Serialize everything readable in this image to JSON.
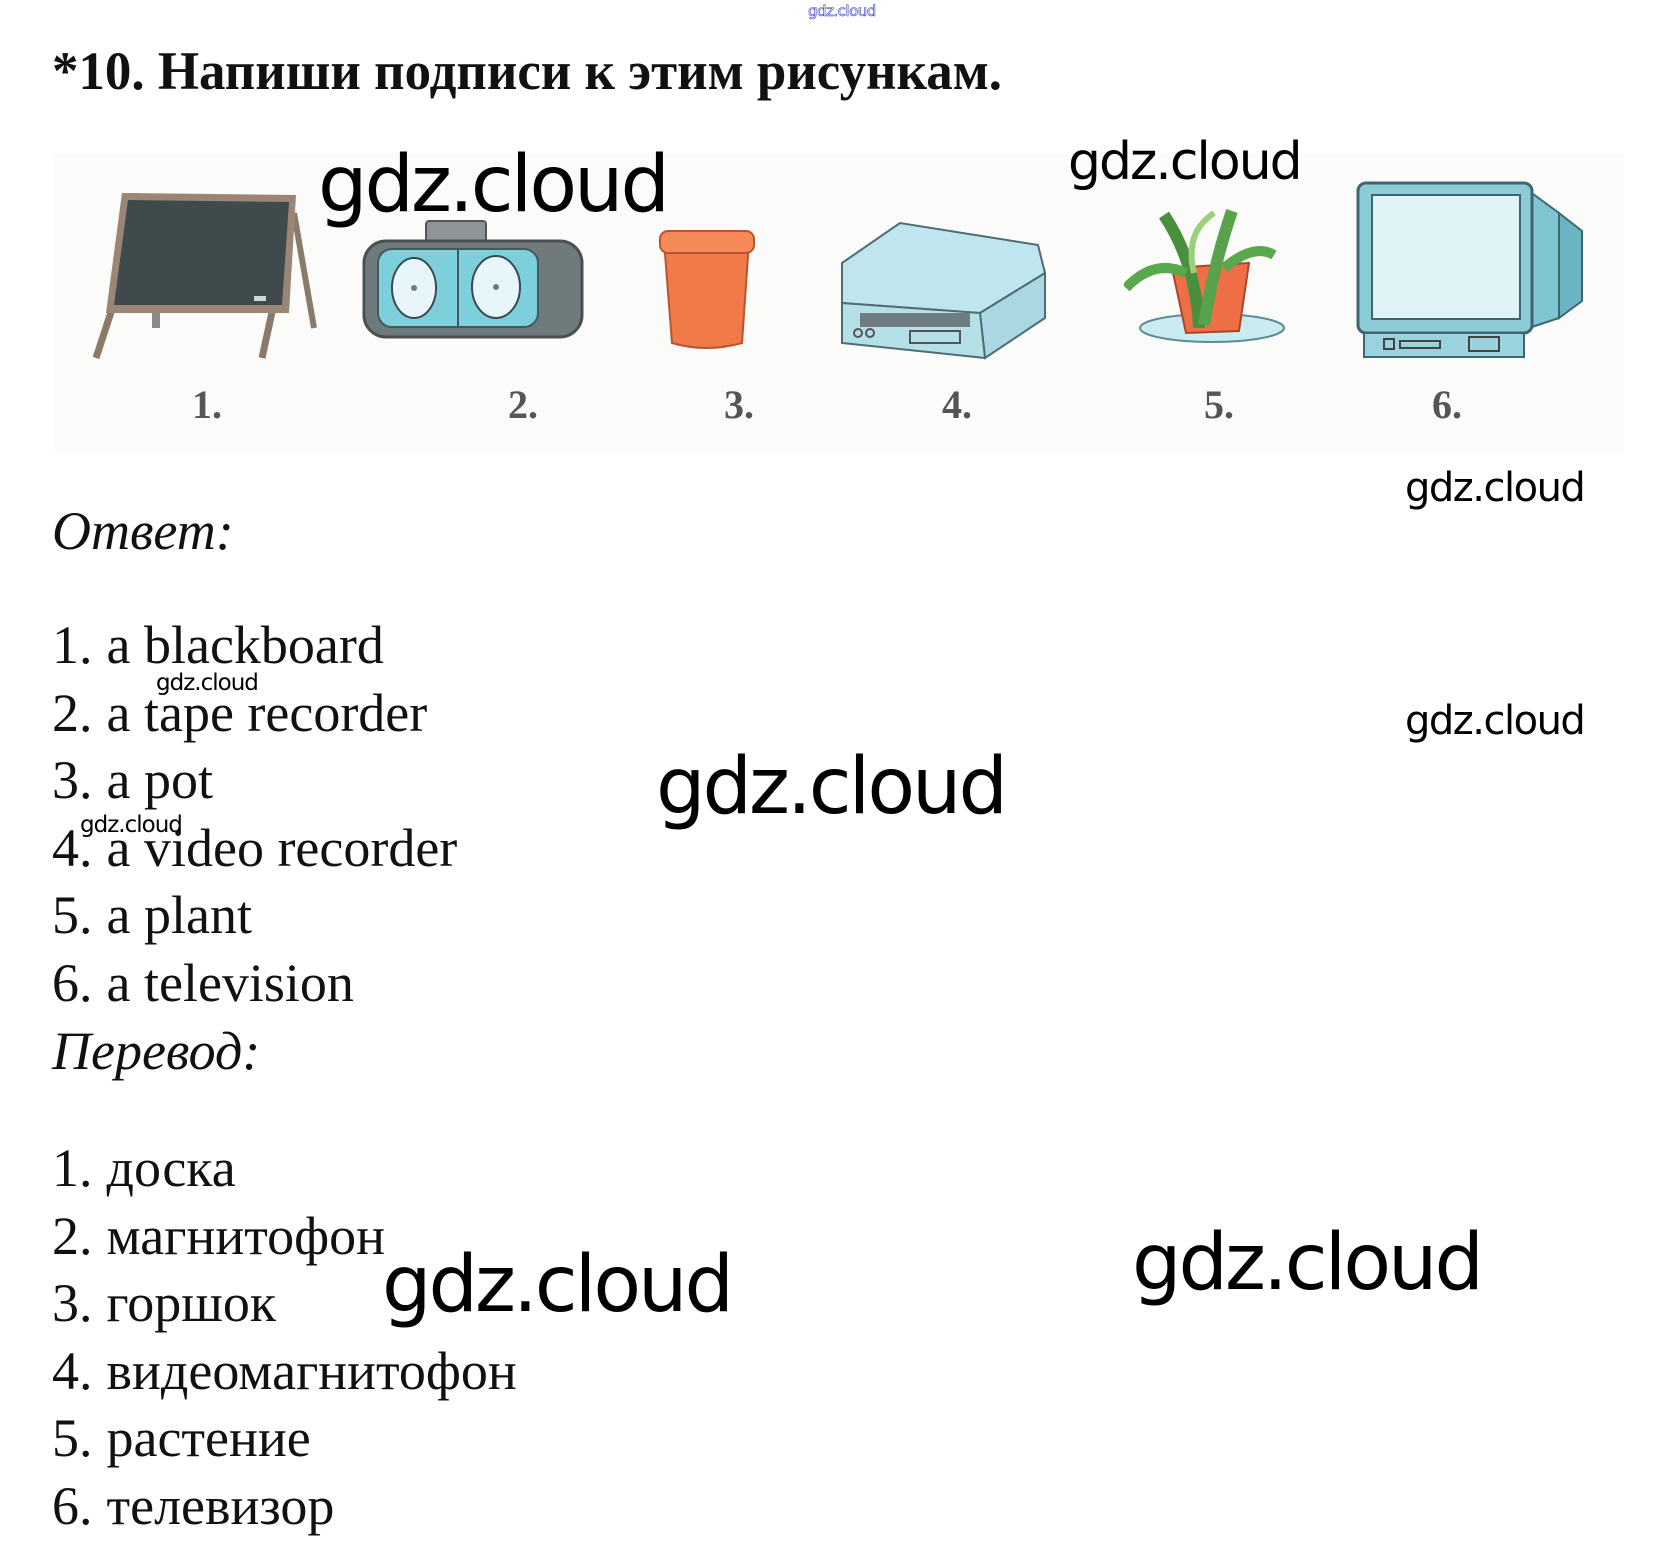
{
  "header": {
    "top_watermark": "gdz.cloud",
    "title": "*10. Напиши подписи к этим рисункам."
  },
  "figures": [
    {
      "number": "1.",
      "depicts": "blackboard",
      "icon": "blackboard-icon"
    },
    {
      "number": "2.",
      "depicts": "tape recorder",
      "icon": "tape-recorder-icon"
    },
    {
      "number": "3.",
      "depicts": "pot",
      "icon": "pot-icon"
    },
    {
      "number": "4.",
      "depicts": "video recorder",
      "icon": "video-recorder-icon"
    },
    {
      "number": "5.",
      "depicts": "plant",
      "icon": "plant-icon"
    },
    {
      "number": "6.",
      "depicts": "television",
      "icon": "television-icon"
    }
  ],
  "answer": {
    "heading": "Ответ:",
    "items": [
      {
        "num": "1.",
        "text": "a blackboard"
      },
      {
        "num": "2.",
        "text": "a tape recorder"
      },
      {
        "num": "3.",
        "text": "a pot"
      },
      {
        "num": "4.",
        "text": "a video recorder"
      },
      {
        "num": "5.",
        "text": "a plant"
      },
      {
        "num": "6.",
        "text": "a television"
      }
    ]
  },
  "translation": {
    "heading": "Перевод:",
    "items": [
      {
        "num": "1.",
        "text": "доска"
      },
      {
        "num": "2.",
        "text": "магнитофон"
      },
      {
        "num": "3.",
        "text": "горшок"
      },
      {
        "num": "4.",
        "text": "видеомагнитофон"
      },
      {
        "num": "5.",
        "text": "растение"
      },
      {
        "num": "6.",
        "text": "телевизор"
      }
    ]
  },
  "watermarks": [
    "gdz.cloud",
    "gdz.cloud",
    "gdz.cloud",
    "gdz.cloud",
    "gdz.cloud",
    "gdz.cloud",
    "gdz.cloud",
    "gdz.cloud",
    "gdz.cloud",
    "gdz.cloud"
  ]
}
